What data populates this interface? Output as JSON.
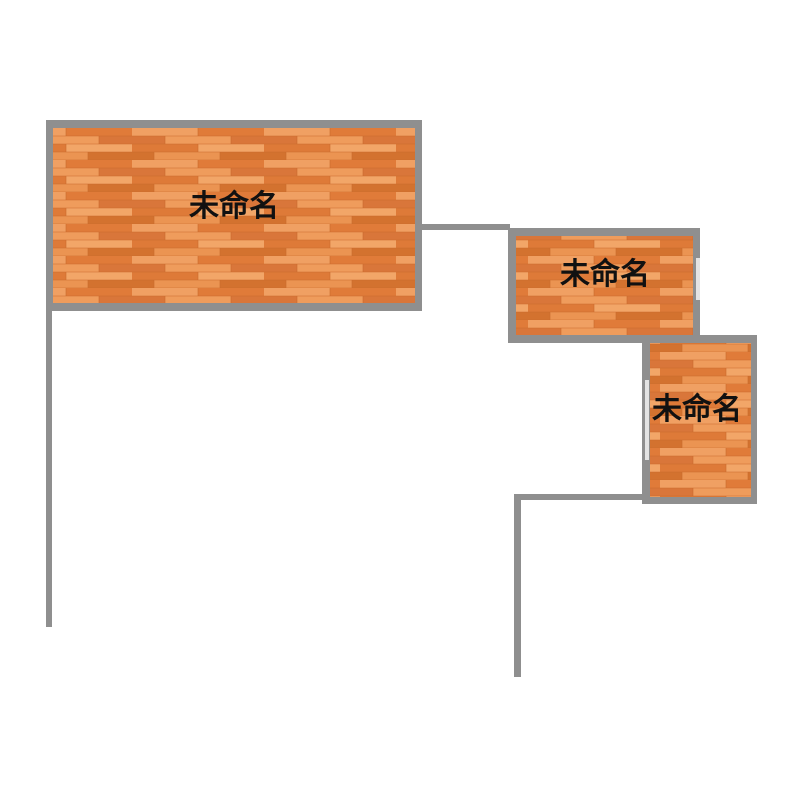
{
  "rooms": [
    {
      "label": "未命名"
    },
    {
      "label": "未命名"
    },
    {
      "label": "未命名"
    }
  ],
  "colors": {
    "floor_base": "#e6843f",
    "floor_light": "#f1a162",
    "floor_dark": "#d0702e",
    "wall": "#8f8f8f",
    "door": "#e4e4e4",
    "label": "#111111"
  }
}
